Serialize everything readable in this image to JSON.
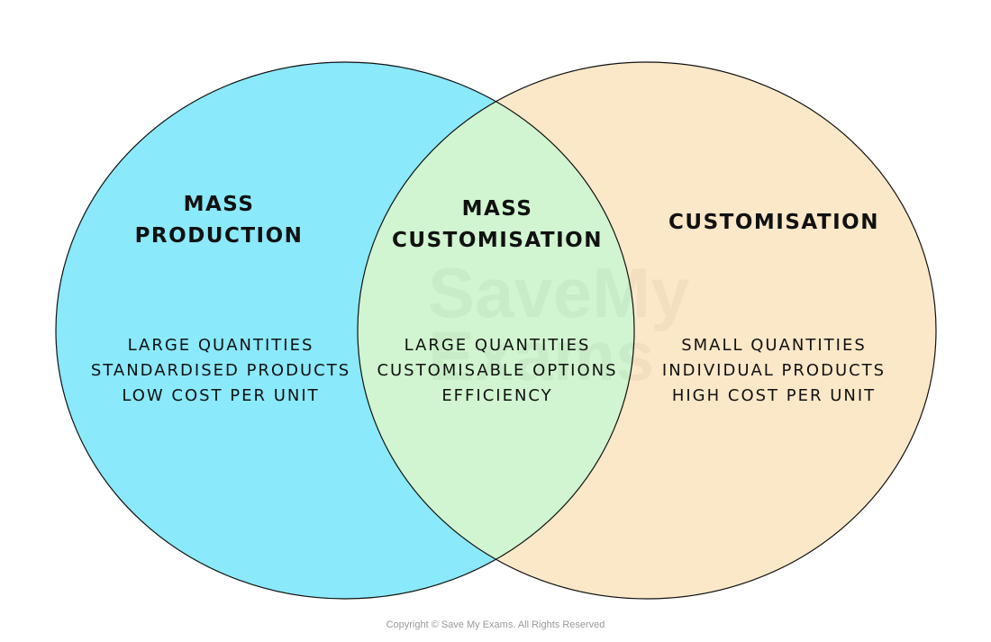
{
  "colors": {
    "left": "#8ae9fb",
    "right": "#fbe8c8",
    "overlap": "#d0f5d0",
    "stroke": "#111111"
  },
  "left": {
    "title_line1": "MASS",
    "title_line2": "PRODUCTION",
    "items": [
      "LARGE QUANTITIES",
      "STANDARDISED PRODUCTS",
      "LOW COST PER UNIT"
    ]
  },
  "overlap": {
    "title_line1": "MASS",
    "title_line2": "CUSTOMISATION",
    "items": [
      "LARGE QUANTITIES",
      "CUSTOMISABLE OPTIONS",
      "EFFICIENCY"
    ]
  },
  "right": {
    "title_line1": "CUSTOMISATION",
    "items": [
      "SMALL QUANTITIES",
      "INDIVIDUAL PRODUCTS",
      "HIGH COST PER UNIT"
    ]
  },
  "watermark": {
    "line1": "SaveMy",
    "line2": "Exams"
  },
  "copyright": "Copyright © Save My Exams. All Rights Reserved"
}
